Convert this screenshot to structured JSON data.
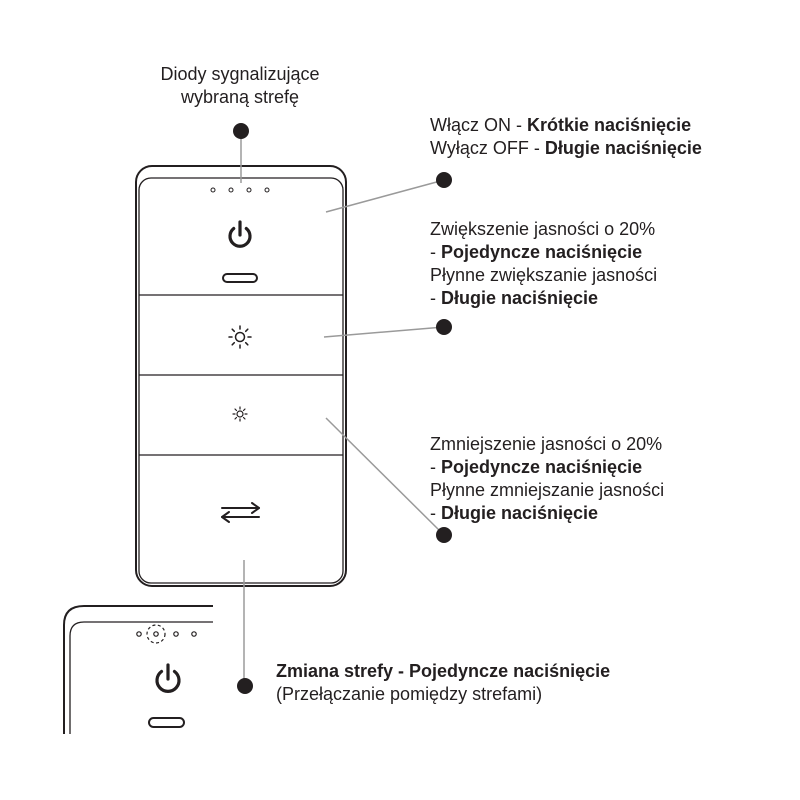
{
  "labels": {
    "leds": {
      "line1": "Diody sygnalizujące",
      "line2": "wybraną strefę"
    },
    "on_off": {
      "on_prefix": "Włącz ON - ",
      "on_action": "Krótkie naciśnięcie",
      "off_prefix": "Wyłącz OFF - ",
      "off_action": "Długie naciśnięcie"
    },
    "brightness_up": {
      "line1": "Zwiększenie jasności o 20%",
      "line2_prefix": "- ",
      "line2_action": "Pojedyncze naciśnięcie",
      "line3": "Płynne zwiększanie jasności",
      "line4_prefix": "- ",
      "line4_action": "Długie naciśnięcie"
    },
    "brightness_down": {
      "line1": "Zmniejszenie jasności o 20%",
      "line2_prefix": "- ",
      "line2_action": "Pojedyncze naciśnięcie",
      "line3": "Płynne zmniejszanie jasności",
      "line4_prefix": "- ",
      "line4_action": "Długie naciśnięcie"
    },
    "zone": {
      "title": "Zmiana strefy - Pojedyncze naciśnięcie",
      "subtitle": "(Przełączanie pomiędzy strefami)"
    }
  },
  "icons": {
    "power": "power-icon",
    "brightness_up": "sun-large-icon",
    "brightness_down": "sun-small-icon",
    "zone_switch": "swap-arrows-icon",
    "led": "led-indicator-icon",
    "callout": "callout-dot-icon"
  },
  "colors": {
    "outline": "#231f20",
    "leader_line": "#9a9a9a",
    "background": "#ffffff"
  }
}
